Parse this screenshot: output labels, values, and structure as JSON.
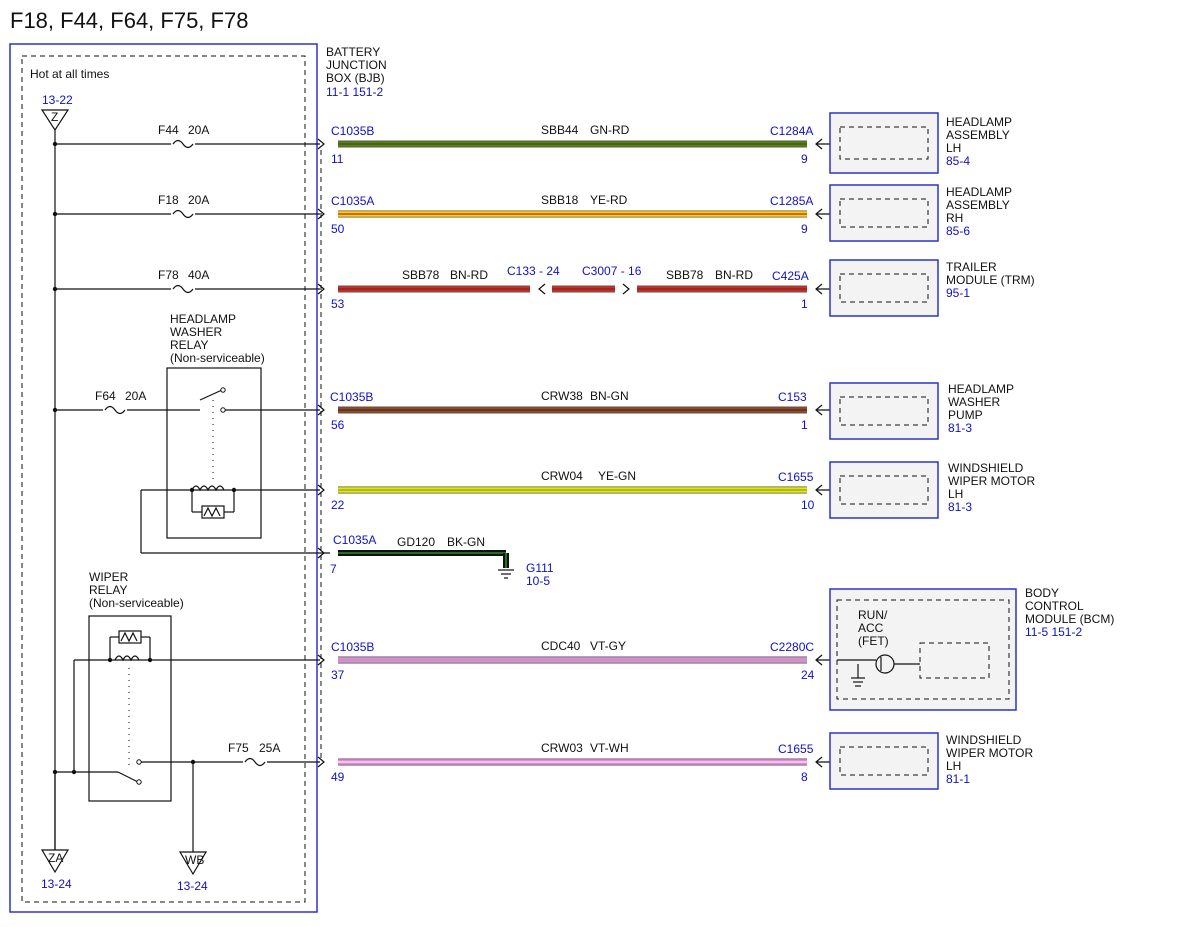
{
  "title": "F18, F44, F64, F75, F78",
  "bjb": {
    "name_lines": [
      "BATTERY",
      "JUNCTION",
      "BOX (BJB)"
    ],
    "ref": "11-1   151-2",
    "hot_label": "Hot at all times",
    "top_ref": "13-22",
    "top_node": "Z",
    "bottom_left_node": "ZA",
    "bottom_left_ref": "13-24",
    "bottom_right_node": "WB",
    "bottom_right_ref": "13-24",
    "washer_relay_lines": [
      "HEADLAMP",
      "WASHER",
      "RELAY",
      "(Non-serviceable)"
    ],
    "wiper_relay_lines": [
      "WIPER",
      "RELAY",
      "(Non-serviceable)"
    ]
  },
  "circuits": [
    {
      "fuse": "F44",
      "amps": "20A",
      "conn": "C1035B",
      "pin": "11",
      "wire": "SBB44",
      "wire_color": "GN-RD",
      "far_conn": "C1284A",
      "far_pin": "9",
      "colors": [
        "#5a7d1a",
        "#3f5e10"
      ],
      "dest_lines": [
        "HEADLAMP",
        "ASSEMBLY",
        "LH"
      ],
      "dest_ref": "85-4"
    },
    {
      "fuse": "F18",
      "amps": "20A",
      "conn": "C1035A",
      "pin": "50",
      "wire": "SBB18",
      "wire_color": "YE-RD",
      "far_conn": "C1285A",
      "far_pin": "9",
      "colors": [
        "#f2d600",
        "#d13a2a"
      ],
      "dest_lines": [
        "HEADLAMP",
        "ASSEMBLY",
        "RH"
      ],
      "dest_ref": "85-6"
    },
    {
      "fuse": "F78",
      "amps": "40A",
      "conn": "",
      "pin": "53",
      "wire": "SBB78",
      "wire_color": "BN-RD",
      "far_conn": "C425A",
      "far_pin": "1",
      "colors": [
        "#c1322a",
        "#9a2018"
      ],
      "dest_lines": [
        "TRAILER",
        "MODULE (TRM)"
      ],
      "dest_ref": "95-1",
      "inline": {
        "c1": "C133  - 24",
        "c2": "C3007 - 16",
        "wire2": "SBB78",
        "color2": "BN-RD"
      }
    },
    {
      "fuse": "F64",
      "amps": "20A",
      "conn": "C1035B",
      "pin": "56",
      "wire": "CRW38",
      "wire_color": "BN-GN",
      "far_conn": "C153",
      "far_pin": "1",
      "colors": [
        "#8b4a2b",
        "#5f3018"
      ],
      "dest_lines": [
        "HEADLAMP",
        "WASHER",
        "PUMP"
      ],
      "dest_ref": "81-3"
    },
    {
      "fuse": "",
      "amps": "",
      "conn": "",
      "pin": "22",
      "wire": "CRW04",
      "wire_color": "YE-GN",
      "far_conn": "C1655",
      "far_pin": "10",
      "colors": [
        "#e6e600",
        "#8fb21a"
      ],
      "dest_lines": [
        "WINDSHIELD",
        "WIPER MOTOR",
        "LH"
      ],
      "dest_ref": "81-3"
    },
    {
      "fuse": "",
      "amps": "",
      "conn": "C1035B",
      "pin": "37",
      "wire": "CDC40",
      "wire_color": "VT-GY",
      "far_conn": "C2280C",
      "far_pin": "24",
      "colors": [
        "#e08ad8",
        "#b0a0b0"
      ],
      "dest_lines": [
        "BODY",
        "CONTROL",
        "MODULE (BCM)"
      ],
      "dest_ref": "11-5   151-2"
    },
    {
      "fuse": "F75",
      "amps": "25A",
      "conn": "",
      "pin": "49",
      "wire": "CRW03",
      "wire_color": "VT-WH",
      "far_conn": "C1655",
      "far_pin": "8",
      "colors": [
        "#e08ad8",
        "#f6d6f2"
      ],
      "dest_lines": [
        "WINDSHIELD",
        "WIPER MOTOR",
        "LH"
      ],
      "dest_ref": "81-1"
    }
  ],
  "ground": {
    "conn": "C1035A",
    "pin": "7",
    "wire": "GD120",
    "wire_color": "BK-GN",
    "g": "G111",
    "g_ref": "10-5"
  },
  "bcm_internal_lines": [
    "RUN/",
    "ACC",
    "(FET)"
  ]
}
